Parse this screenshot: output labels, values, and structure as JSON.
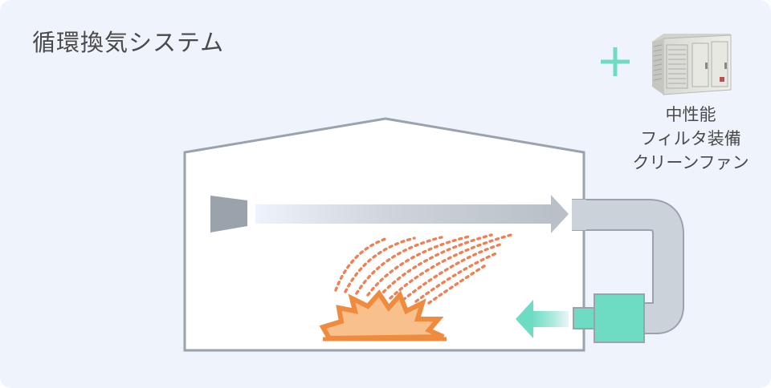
{
  "title": "循環換気システム",
  "addon": {
    "plus_symbol": "+",
    "caption_lines": [
      "中性能",
      "フィルタ装備",
      "クリーンファン"
    ],
    "icon": "clean-fan-unit"
  },
  "colors": {
    "background": "#eef3fc",
    "building_outline": "#9aa2ab",
    "duct": "#ccd2d9",
    "fan": "#6ddcc3",
    "plus": "#6ddcc3",
    "fire_outer": "#f08a3c",
    "fire_inner": "#f8c08c",
    "particles": "#ef7f55"
  }
}
